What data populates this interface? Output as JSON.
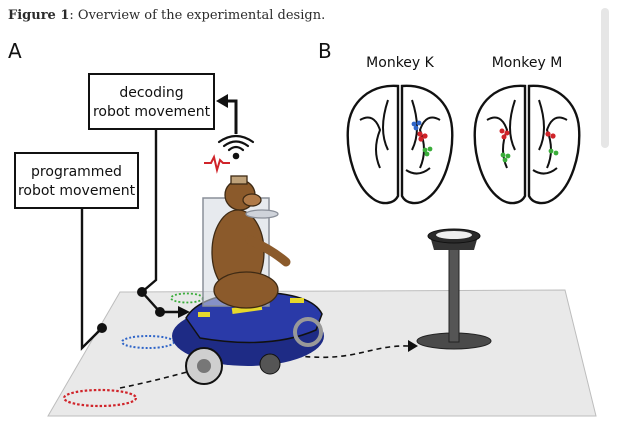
{
  "caption": {
    "label": "Figure 1",
    "text": ": Overview of the experimental design."
  },
  "panel_a": {
    "letter": "A",
    "decoding_box": {
      "line1": "decoding",
      "line2": "robot movement"
    },
    "programmed_box": {
      "line1": "programmed",
      "line2": "robot movement"
    }
  },
  "panel_b": {
    "letter": "B",
    "monkey_k": "Monkey K",
    "monkey_m": "Monkey M"
  },
  "colors": {
    "red": "#d0242a",
    "blue": "#2f65c8",
    "green": "#3aad3a",
    "robot_blue": "#2a3aa8",
    "floor": "#e9e9e9",
    "monkey_brown": "#8b5a2b"
  }
}
